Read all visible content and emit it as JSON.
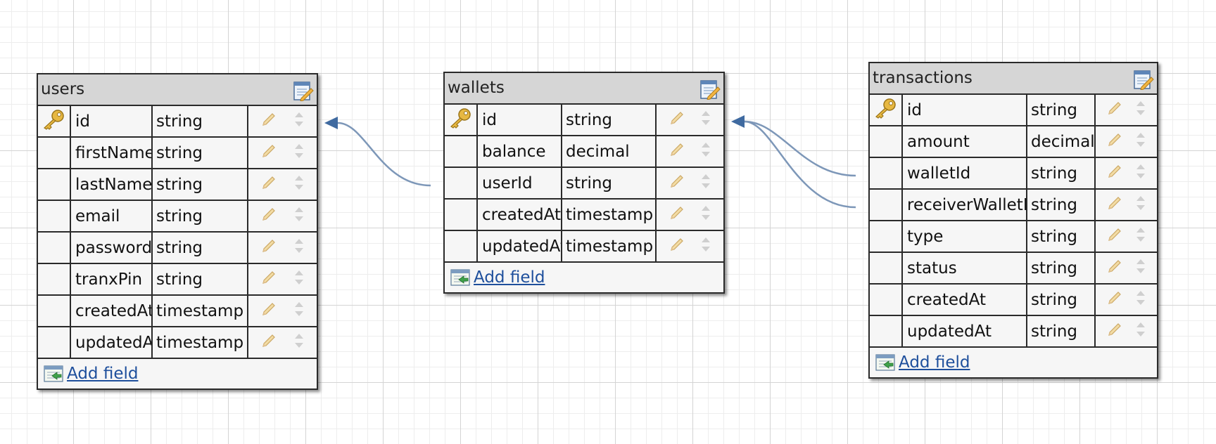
{
  "colors": {
    "link": "#1e4f9c",
    "relation": "#7d97b8",
    "arrow": "#3f6aa0",
    "header": "#d6d6d6",
    "border": "#2a2a2a",
    "key": "#e0b040"
  },
  "add_field_label": "Add field",
  "icons": {
    "primary_key": "key-icon",
    "row_edit": "pencil-icon",
    "row_reorder": "up-down-arrows-icon",
    "table_edit": "notepad-edit-icon",
    "add_field": "add-field-icon"
  },
  "tables": {
    "users": {
      "title": "users",
      "fields": [
        {
          "name": "id",
          "type": "string",
          "primary_key": true
        },
        {
          "name": "firstName",
          "type": "string"
        },
        {
          "name": "lastName",
          "type": "string"
        },
        {
          "name": "email",
          "type": "string"
        },
        {
          "name": "password",
          "type": "string"
        },
        {
          "name": "tranxPin",
          "type": "string"
        },
        {
          "name": "createdAt",
          "type": "timestamp"
        },
        {
          "name": "updatedAt",
          "type": "timestamp"
        }
      ]
    },
    "wallets": {
      "title": "wallets",
      "fields": [
        {
          "name": "id",
          "type": "string",
          "primary_key": true
        },
        {
          "name": "balance",
          "type": "decimal"
        },
        {
          "name": "userId",
          "type": "string"
        },
        {
          "name": "createdAt",
          "type": "timestamp"
        },
        {
          "name": "updatedAt",
          "type": "timestamp"
        }
      ]
    },
    "transactions": {
      "title": "transactions",
      "fields": [
        {
          "name": "id",
          "type": "string",
          "primary_key": true
        },
        {
          "name": "amount",
          "type": "decimal"
        },
        {
          "name": "walletId",
          "type": "string"
        },
        {
          "name": "receiverWalletId",
          "type": "string"
        },
        {
          "name": "type",
          "type": "string"
        },
        {
          "name": "status",
          "type": "string"
        },
        {
          "name": "createdAt",
          "type": "string"
        },
        {
          "name": "updatedAt",
          "type": "string"
        }
      ]
    }
  },
  "relations": [
    {
      "from_table": "wallets",
      "from_field": "userId",
      "to_table": "users",
      "to_field": "id"
    },
    {
      "from_table": "transactions",
      "from_field": "walletId",
      "to_table": "wallets",
      "to_field": "id"
    },
    {
      "from_table": "transactions",
      "from_field": "receiverWalletId",
      "to_table": "wallets",
      "to_field": "id"
    }
  ]
}
